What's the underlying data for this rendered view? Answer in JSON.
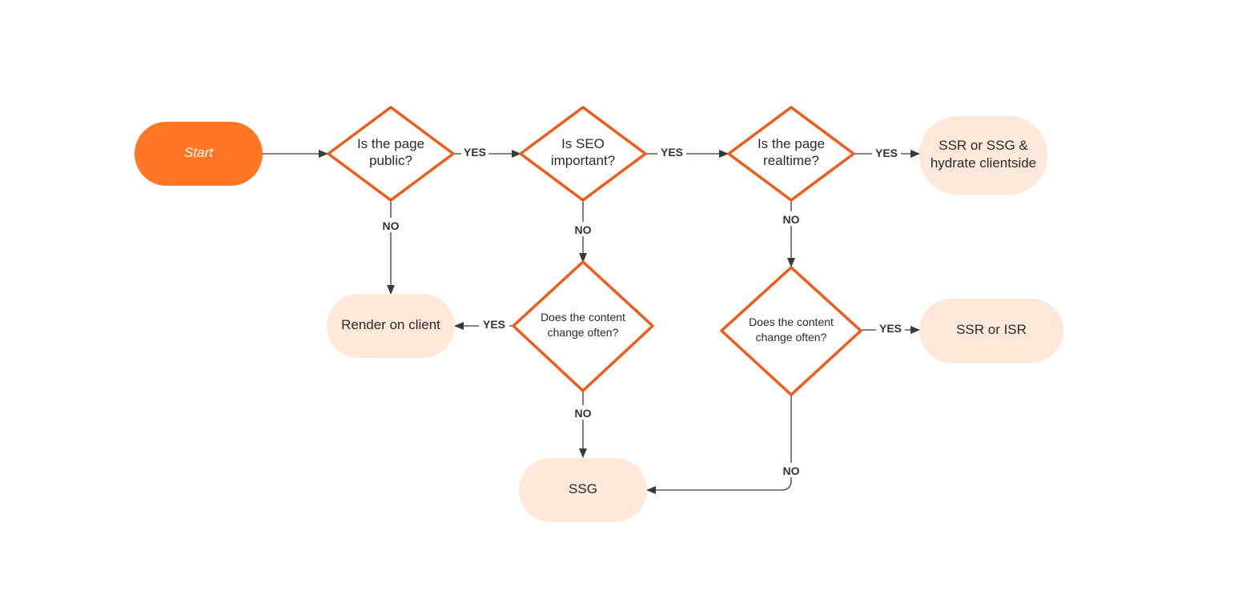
{
  "colors": {
    "start_fill": "#ff7722",
    "diamond_stroke": "#f05a1a",
    "terminal_fill": "#fde8d9",
    "edge": "#3a3a3a"
  },
  "nodes": {
    "start": {
      "label": "Start"
    },
    "q_public": {
      "lines": [
        "Is the page",
        "public?"
      ]
    },
    "q_seo": {
      "lines": [
        "Is SEO",
        "important?"
      ]
    },
    "q_realtime": {
      "lines": [
        "Is the page",
        "realtime?"
      ]
    },
    "q_change_left": {
      "lines": [
        "Does the content",
        "change often?"
      ]
    },
    "q_change_right": {
      "lines": [
        "Does the content",
        "change often?"
      ]
    },
    "t_hydrate": {
      "lines": [
        "SSR or SSG &",
        "hydrate clientside"
      ]
    },
    "t_client": {
      "lines": [
        "Render on client"
      ]
    },
    "t_isr": {
      "lines": [
        "SSR or ISR"
      ]
    },
    "t_ssg": {
      "lines": [
        "SSG"
      ]
    }
  },
  "edges": {
    "public_yes": "YES",
    "public_no": "NO",
    "seo_yes": "YES",
    "seo_no": "NO",
    "realtime_yes": "YES",
    "realtime_no": "NO",
    "change_left_yes": "YES",
    "change_left_no": "NO",
    "change_right_yes": "YES",
    "change_right_no": "NO"
  }
}
